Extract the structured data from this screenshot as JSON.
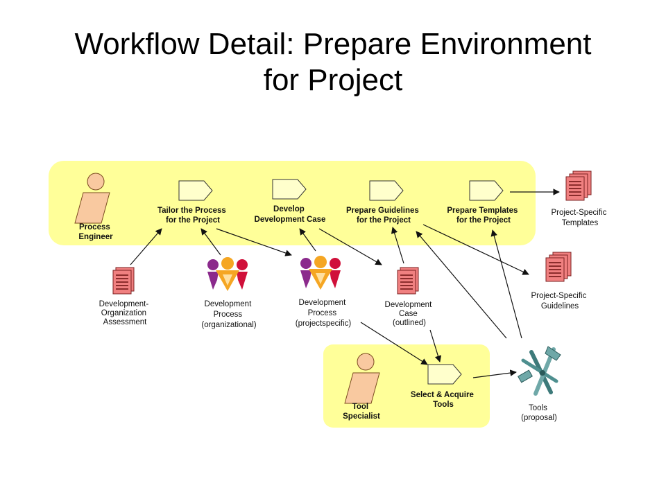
{
  "title": {
    "line1": "Workflow Detail: Prepare Environment",
    "line2": "for Project"
  },
  "roles": {
    "process_engineer": [
      "Process",
      "Engineer"
    ],
    "tool_specialist": [
      "Tool",
      "Specialist"
    ]
  },
  "activities": {
    "tailor": [
      "Tailor the Process",
      "for the Project"
    ],
    "develop": [
      "Develop",
      "Development Case"
    ],
    "guidelines": [
      "Prepare Guidelines",
      "for the Project"
    ],
    "templates": [
      "Prepare Templates",
      "for the Project"
    ],
    "select": [
      "Select & Acquire",
      "Tools"
    ]
  },
  "artifacts": {
    "assessment": [
      "Development-",
      "Organization",
      "Assessment"
    ],
    "process_org": [
      "Development",
      "Process",
      "(organizational)"
    ],
    "process_proj": [
      "Development",
      "Process",
      "(projectspecific)"
    ],
    "dev_case": [
      "Development",
      "Case",
      "(outlined)"
    ],
    "proj_templates": [
      "Project-Specific",
      "Templates"
    ],
    "proj_guidelines": [
      "Project-Specific",
      "Guidelines"
    ],
    "tools": [
      "Tools",
      "(proposal)"
    ]
  },
  "colors": {
    "swimlane": "#FFFF99",
    "role_fill": "#F9C9A0",
    "doc_fill": "#F08080",
    "activity_fill": "#FFFFCC",
    "process_red": "#D0103A",
    "process_purple": "#8B2A8C",
    "process_orange": "#F5A623",
    "tools_fill": "#6FA8A8"
  }
}
